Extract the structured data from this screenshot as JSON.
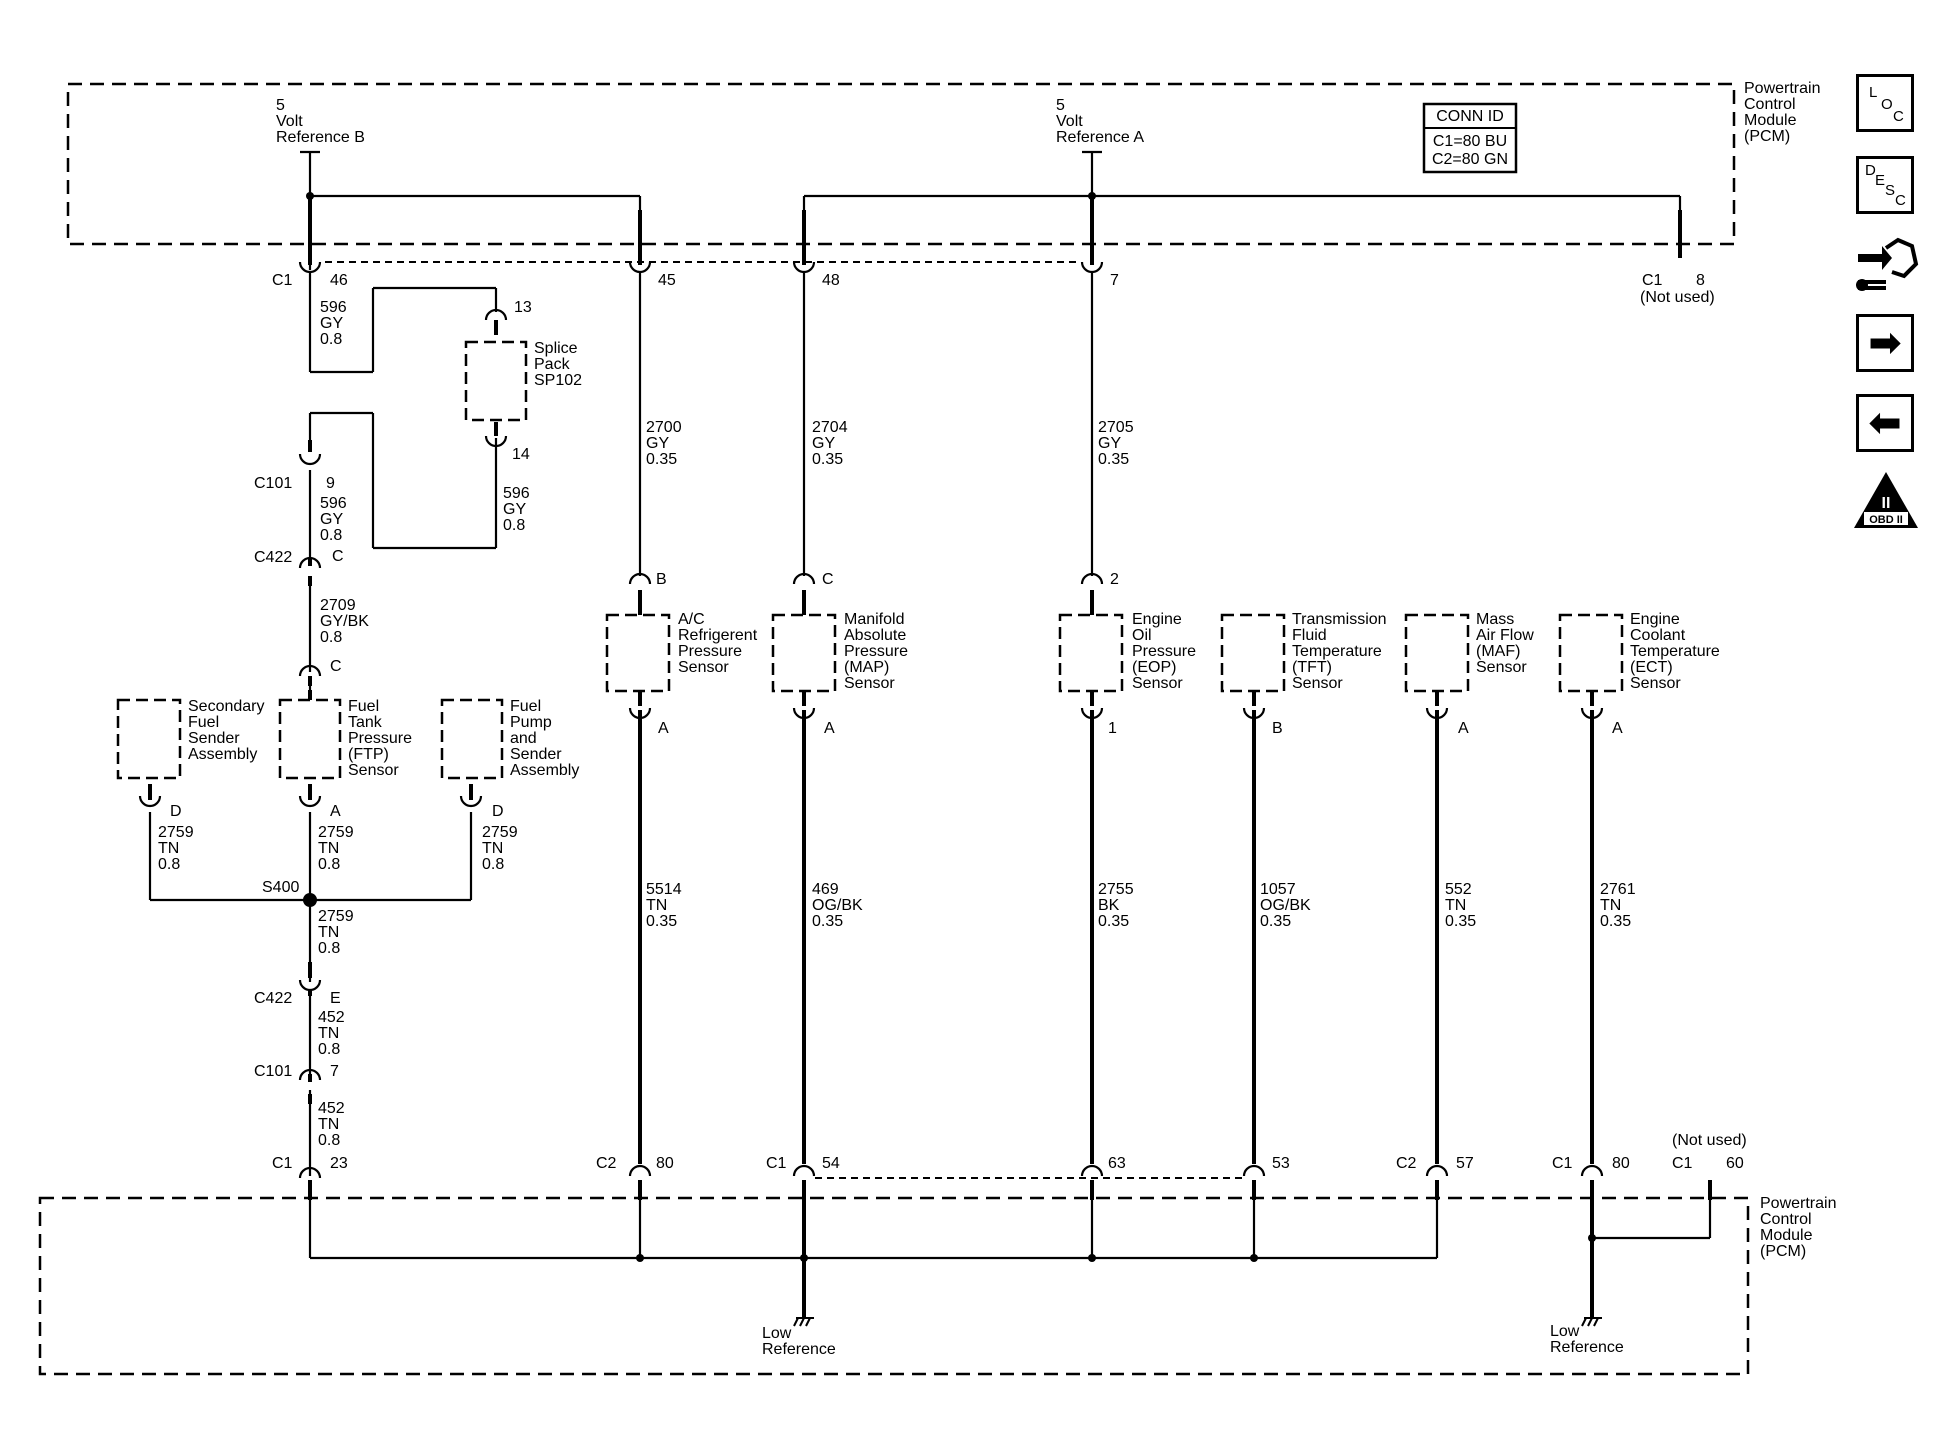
{
  "pcm_top": {
    "label_lines": [
      "Powertrain",
      "Control",
      "Module",
      "(PCM)"
    ],
    "ref_b_lines": [
      "5",
      "Volt",
      "Reference B"
    ],
    "ref_a_lines": [
      "5",
      "Volt",
      "Reference A"
    ],
    "conn_id": {
      "title": "CONN ID",
      "c1": "C1=80 BU",
      "c2": "C2=80 GN"
    }
  },
  "pcm_bottom": {
    "label_lines": [
      "Powertrain",
      "Control",
      "Module",
      "(PCM)"
    ],
    "low_ref_left": [
      "Low",
      "Reference"
    ],
    "low_ref_right": [
      "Low",
      "Reference"
    ]
  },
  "top_pins": [
    {
      "conn": "C1",
      "pin": "46"
    },
    {
      "conn": "",
      "pin": "45"
    },
    {
      "conn": "",
      "pin": "48"
    },
    {
      "conn": "",
      "pin": "7"
    },
    {
      "conn": "C1",
      "pin": "8",
      "note": "(Not used)"
    }
  ],
  "bottom_pins": [
    {
      "conn": "C1",
      "pin": "23"
    },
    {
      "conn": "C2",
      "pin": "80"
    },
    {
      "conn": "C1",
      "pin": "54"
    },
    {
      "conn": "",
      "pin": "63"
    },
    {
      "conn": "",
      "pin": "53"
    },
    {
      "conn": "C2",
      "pin": "57"
    },
    {
      "conn": "C1",
      "pin": "80"
    },
    {
      "conn": "C1",
      "pin": "60",
      "note": "(Not used)"
    }
  ],
  "splice_pack": {
    "name_lines": [
      "Splice",
      "Pack",
      "SP102"
    ],
    "pin_top": "13",
    "pin_bottom": "14"
  },
  "left_chain": {
    "wire_596_top": [
      "596",
      "GY",
      "0.8"
    ],
    "wire_596_right": [
      "596",
      "GY",
      "0.8"
    ],
    "c101_upper": {
      "conn": "C101",
      "pin": "9"
    },
    "wire_596_mid": [
      "596",
      "GY",
      "0.8"
    ],
    "c422_upper": {
      "conn": "C422",
      "pin": "C"
    },
    "wire_2709": [
      "2709",
      "GY/BK",
      "0.8"
    ],
    "ftp_pin_top": "C",
    "splice_s400": "S400",
    "wire_2759_down": [
      "2759",
      "TN",
      "0.8"
    ],
    "c422_lower": {
      "conn": "C422",
      "pin": "E"
    },
    "wire_452_a": [
      "452",
      "TN",
      "0.8"
    ],
    "c101_lower": {
      "conn": "C101",
      "pin": "7"
    },
    "wire_452_b": [
      "452",
      "TN",
      "0.8"
    ]
  },
  "fuel_components": [
    {
      "name_lines": [
        "Secondary",
        "Fuel",
        "Sender",
        "Assembly"
      ],
      "pin": "D",
      "wire": [
        "2759",
        "TN",
        "0.8"
      ]
    },
    {
      "name_lines": [
        "Fuel",
        "Tank",
        "Pressure",
        "(FTP)",
        "Sensor"
      ],
      "pin": "A",
      "wire": [
        "2759",
        "TN",
        "0.8"
      ]
    },
    {
      "name_lines": [
        "Fuel",
        "Pump",
        "and",
        "Sender",
        "Assembly"
      ],
      "pin": "D",
      "wire": [
        "2759",
        "TN",
        "0.8"
      ]
    }
  ],
  "sensors": [
    {
      "name_lines": [
        "A/C",
        "Refrigerent",
        "Pressure",
        "Sensor"
      ],
      "pin_top": "B",
      "pin_bottom": "A",
      "wire_top": [
        "2700",
        "GY",
        "0.35"
      ],
      "wire_bottom": [
        "5514",
        "TN",
        "0.35"
      ]
    },
    {
      "name_lines": [
        "Manifold",
        "Absolute",
        "Pressure",
        "(MAP)",
        "Sensor"
      ],
      "pin_top": "C",
      "pin_bottom": "A",
      "wire_top": [
        "2704",
        "GY",
        "0.35"
      ],
      "wire_bottom": [
        "469",
        "OG/BK",
        "0.35"
      ]
    },
    {
      "name_lines": [
        "Engine",
        "Oil",
        "Pressure",
        "(EOP)",
        "Sensor"
      ],
      "pin_top": "2",
      "pin_bottom": "1",
      "wire_top": [
        "2705",
        "GY",
        "0.35"
      ],
      "wire_bottom": [
        "2755",
        "BK",
        "0.35"
      ]
    },
    {
      "name_lines": [
        "Transmission",
        "Fluid",
        "Temperature",
        "(TFT)",
        "Sensor"
      ],
      "pin_bottom": "B",
      "wire_bottom": [
        "1057",
        "OG/BK",
        "0.35"
      ]
    },
    {
      "name_lines": [
        "Mass",
        "Air Flow",
        "(MAF)",
        "Sensor"
      ],
      "pin_bottom": "A",
      "wire_bottom": [
        "552",
        "TN",
        "0.35"
      ]
    },
    {
      "name_lines": [
        "Engine",
        "Coolant",
        "Temperature",
        "(ECT)",
        "Sensor"
      ],
      "pin_bottom": "A",
      "wire_bottom": [
        "2761",
        "TN",
        "0.35"
      ]
    }
  ],
  "side_icons": [
    {
      "name": "loc-icon",
      "letters": [
        "L",
        "O",
        "C"
      ]
    },
    {
      "name": "desc-icon",
      "letters": [
        "D",
        "E",
        "S",
        "C"
      ]
    },
    {
      "name": "harness-connector-icon"
    },
    {
      "name": "arrow-right-icon",
      "glyph": "➡"
    },
    {
      "name": "arrow-left-icon",
      "glyph": "⬅"
    },
    {
      "name": "obd-ii-icon",
      "top": "II",
      "bottom": "OBD II"
    }
  ]
}
